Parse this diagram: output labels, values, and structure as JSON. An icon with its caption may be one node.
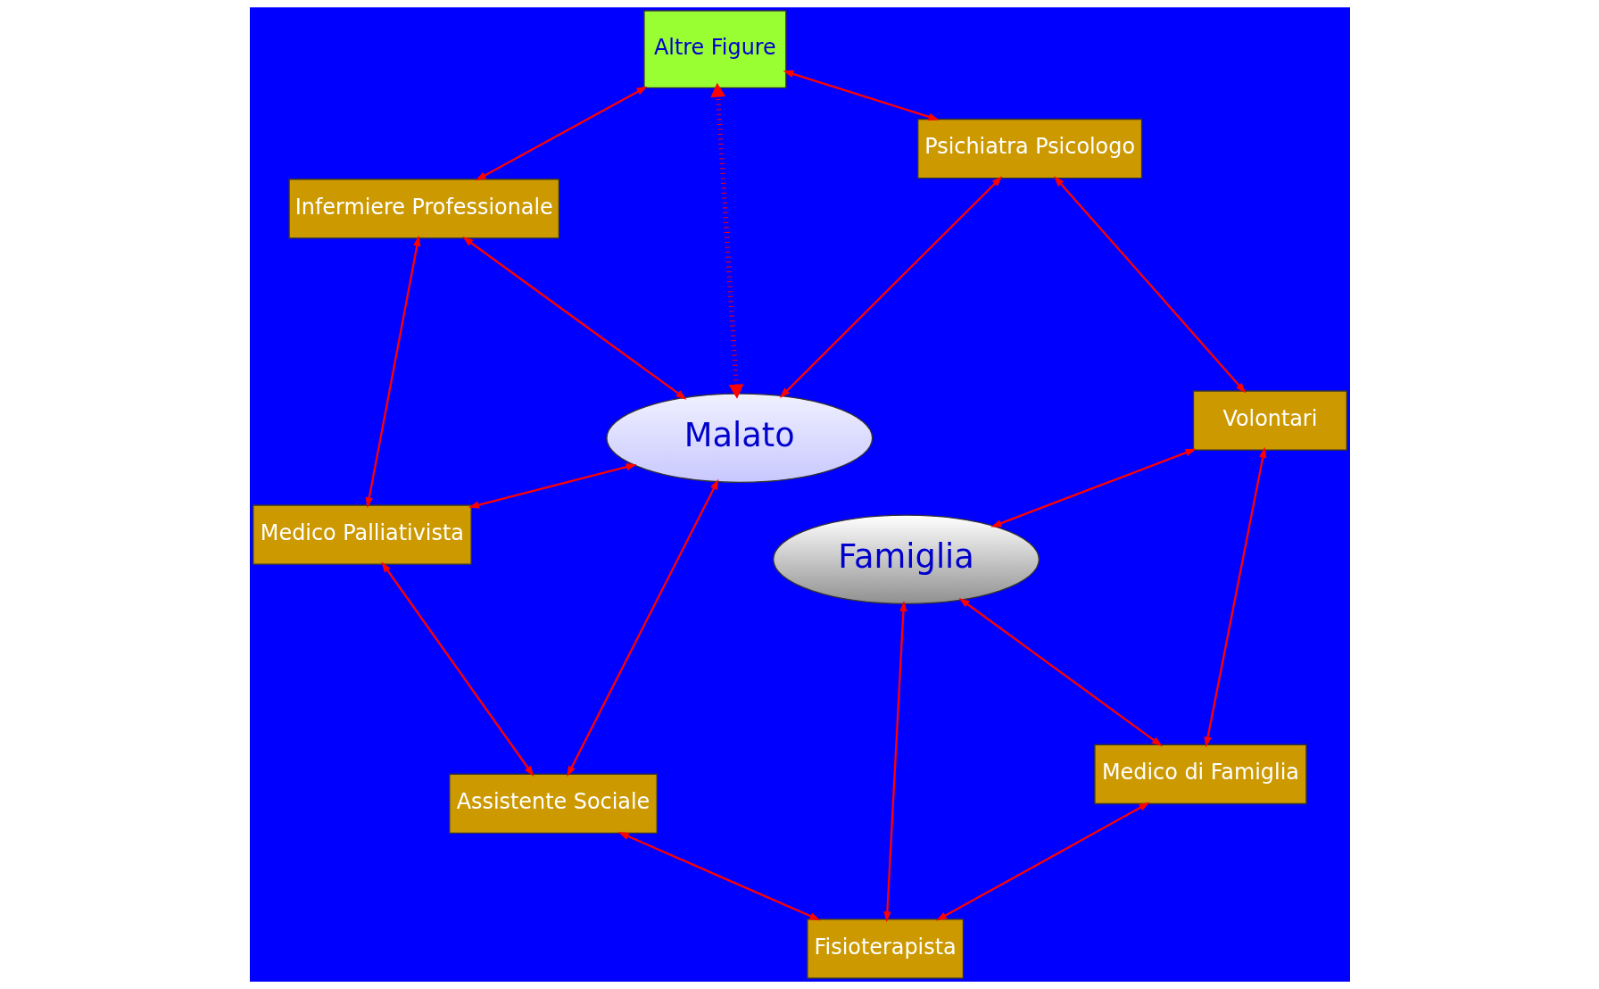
{
  "diagram": {
    "nodes": [
      {
        "text": [
          "Altre Figure"
        ]
      },
      {
        "text": [
          "Infermiere Professionale"
        ]
      },
      {
        "text": [
          "Medico Palliativista"
        ]
      },
      {
        "text": [
          "Malato"
        ]
      },
      {
        "text": [
          "Famiglia"
        ]
      },
      {
        "text": [
          "Psichiatra Psicologo"
        ]
      },
      {
        "text": [
          "Assistente Sociale"
        ]
      },
      {
        "text": [
          "Volontari"
        ]
      },
      {
        "text": [
          "Fisioterapista"
        ]
      },
      {
        "text": [
          "Medico di Famiglia"
        ]
      }
    ],
    "edges": [
      {
        "from": 0,
        "to": 1,
        "arrow": "both"
      },
      {
        "from": 1,
        "to": 2,
        "arrow": "both"
      },
      {
        "from": 1,
        "to": 3,
        "arrow": "both"
      },
      {
        "from": 0,
        "to": 3,
        "arrow": "both",
        "style": "dashed"
      },
      {
        "from": 2,
        "to": 3,
        "arrow": "both"
      },
      {
        "from": 2,
        "to": 6,
        "arrow": "both"
      },
      {
        "from": 5,
        "to": 0,
        "arrow": "both"
      },
      {
        "from": 5,
        "to": 3,
        "arrow": "both"
      },
      {
        "from": 3,
        "to": 6,
        "arrow": "both"
      },
      {
        "from": 5,
        "to": 7,
        "arrow": "both"
      },
      {
        "from": 7,
        "to": 4,
        "arrow": "both"
      },
      {
        "from": 7,
        "to": 9,
        "arrow": "both"
      },
      {
        "from": 9,
        "to": 4,
        "arrow": "both"
      },
      {
        "from": 9,
        "to": 8,
        "arrow": "both"
      },
      {
        "from": 8,
        "to": 4,
        "arrow": "both"
      },
      {
        "from": 8,
        "to": 6,
        "arrow": "both"
      }
    ]
  }
}
